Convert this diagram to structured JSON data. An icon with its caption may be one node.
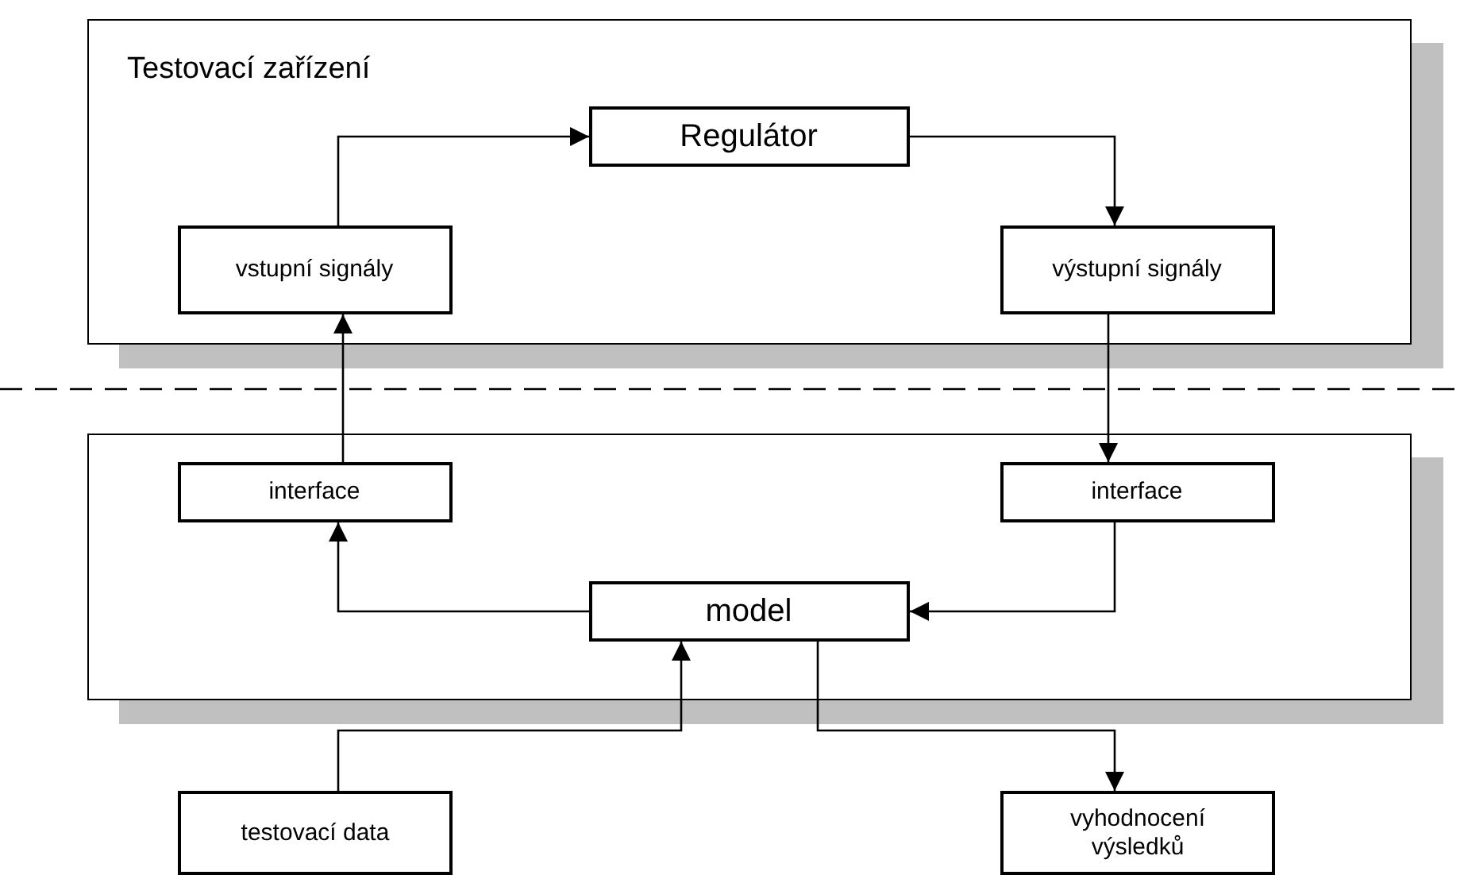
{
  "diagram": {
    "nodes": [
      {
        "text": [
          "Testovací zařízení"
        ]
      },
      {
        "text": [
          "Regulátor"
        ],
        "in": 0
      },
      {
        "text": [
          "vstupní signály"
        ],
        "in": 0
      },
      {
        "text": [
          "výstupní signály"
        ],
        "in": 0
      },
      {
        "text": [],
        "shape": "box"
      },
      {
        "text": [
          "interface"
        ],
        "in": 4
      },
      {
        "text": [
          "interface"
        ],
        "in": 4
      },
      {
        "text": [
          "model"
        ],
        "in": 4
      },
      {
        "text": [
          "testovací data"
        ]
      },
      {
        "text": [
          "vyhodnocení výsledků"
        ]
      }
    ],
    "edges": [
      {
        "from": 2,
        "to": 1,
        "arrow": "to"
      },
      {
        "from": 1,
        "to": 3,
        "arrow": "to"
      },
      {
        "from": 5,
        "to": 2,
        "arrow": "to"
      },
      {
        "from": 3,
        "to": 6,
        "arrow": "to"
      },
      {
        "from": 6,
        "to": 7,
        "arrow": "to"
      },
      {
        "from": 7,
        "to": 5,
        "arrow": "to"
      },
      {
        "from": 8,
        "to": 7,
        "arrow": "to"
      },
      {
        "from": 7,
        "to": 9,
        "arrow": "to"
      }
    ]
  }
}
